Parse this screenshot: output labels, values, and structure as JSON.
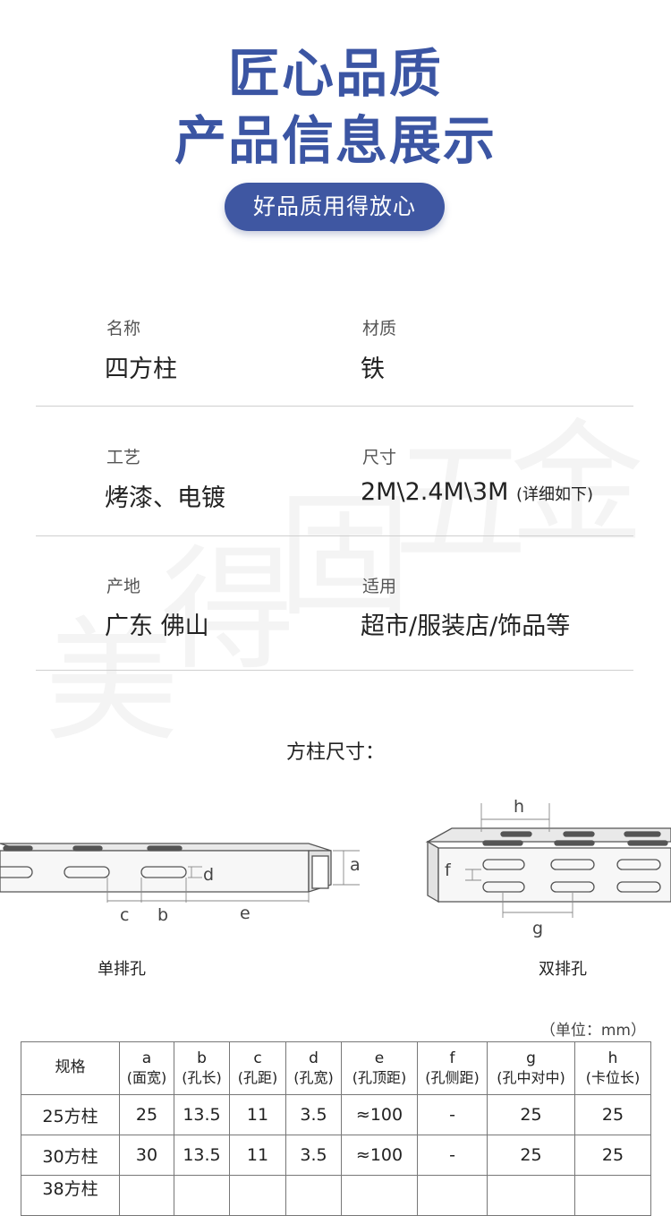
{
  "hero": {
    "title_line1": "匠心品质",
    "title_line2": "产品信息展示",
    "badge": "好品质用得放心"
  },
  "info": {
    "name_label": "名称",
    "name_value": "四方柱",
    "material_label": "材质",
    "material_value": "铁",
    "process_label": "工艺",
    "process_value": "烤漆、电镀",
    "size_label": "尺寸",
    "size_value": "2M\\2.4M\\3M",
    "size_note": "(详细如下)",
    "origin_label": "产地",
    "origin_value": "广东 佛山",
    "use_label": "适用",
    "use_value": "超市/服装店/饰品等"
  },
  "diagram": {
    "heading": "方柱尺寸：",
    "single_caption": "单排孔",
    "double_caption": "双排孔",
    "letters": {
      "a": "a",
      "b": "b",
      "c": "c",
      "d": "d",
      "e": "e",
      "f": "f",
      "g": "g",
      "h": "h"
    }
  },
  "watermark": [
    "美",
    "得",
    "固",
    "五",
    "金"
  ],
  "table": {
    "unit": "（单位：mm）",
    "header_first": "规格",
    "headers": [
      {
        "key": "a",
        "desc": "(面宽)"
      },
      {
        "key": "b",
        "desc": "(孔长)"
      },
      {
        "key": "c",
        "desc": "(孔距)"
      },
      {
        "key": "d",
        "desc": "(孔宽)"
      },
      {
        "key": "e",
        "desc": "(孔顶距)"
      },
      {
        "key": "f",
        "desc": "(孔侧距)"
      },
      {
        "key": "g",
        "desc": "(孔中对中)"
      },
      {
        "key": "h",
        "desc": "(卡位长)"
      }
    ],
    "rows": [
      [
        "25方柱",
        "25",
        "13.5",
        "11",
        "3.5",
        "≈100",
        "-",
        "25",
        "25"
      ],
      [
        "30方柱",
        "30",
        "13.5",
        "11",
        "3.5",
        "≈100",
        "-",
        "25",
        "25"
      ],
      [
        "38方柱",
        "",
        "",
        "",
        "",
        "",
        "",
        "",
        ""
      ]
    ]
  }
}
